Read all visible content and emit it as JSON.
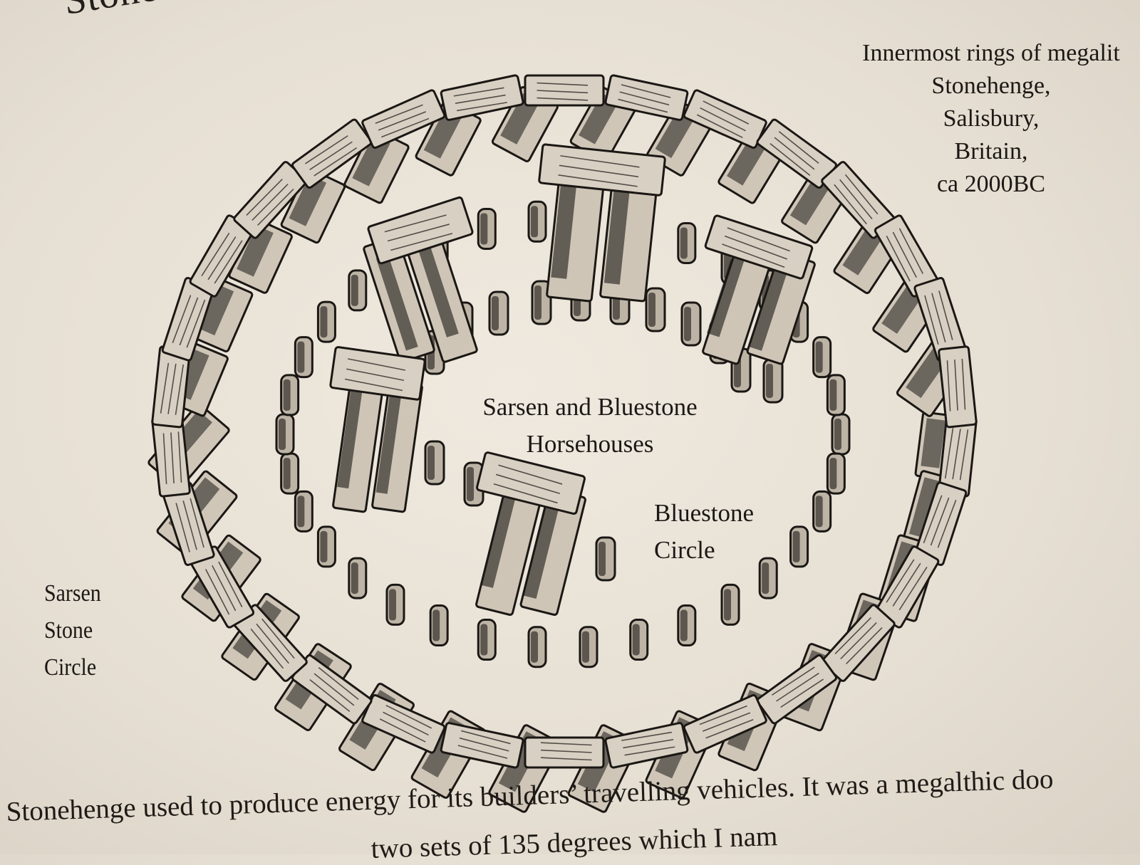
{
  "title": "Stonehenge",
  "caption": {
    "lines": [
      "Innermost rings of megalit",
      "Stonehenge,",
      "Salisbury,",
      "Britain,",
      "ca 2000BC"
    ]
  },
  "labels": {
    "trilithons": [
      "Sarsen and Bluestone",
      "Horsehouses"
    ],
    "bluestone_circle": [
      "Bluestone",
      "Circle"
    ],
    "sarsen_circle": [
      "Sarsen",
      "Stone",
      "Circle"
    ]
  },
  "body_text": {
    "line1": "Stonehenge used to produce energy for its builders’ travelling vehicles. It was a megalthic doo",
    "line2": "two sets of 135 degrees which I nam"
  },
  "colors": {
    "ink": "#1a1714",
    "paper": "#ebe5da"
  }
}
